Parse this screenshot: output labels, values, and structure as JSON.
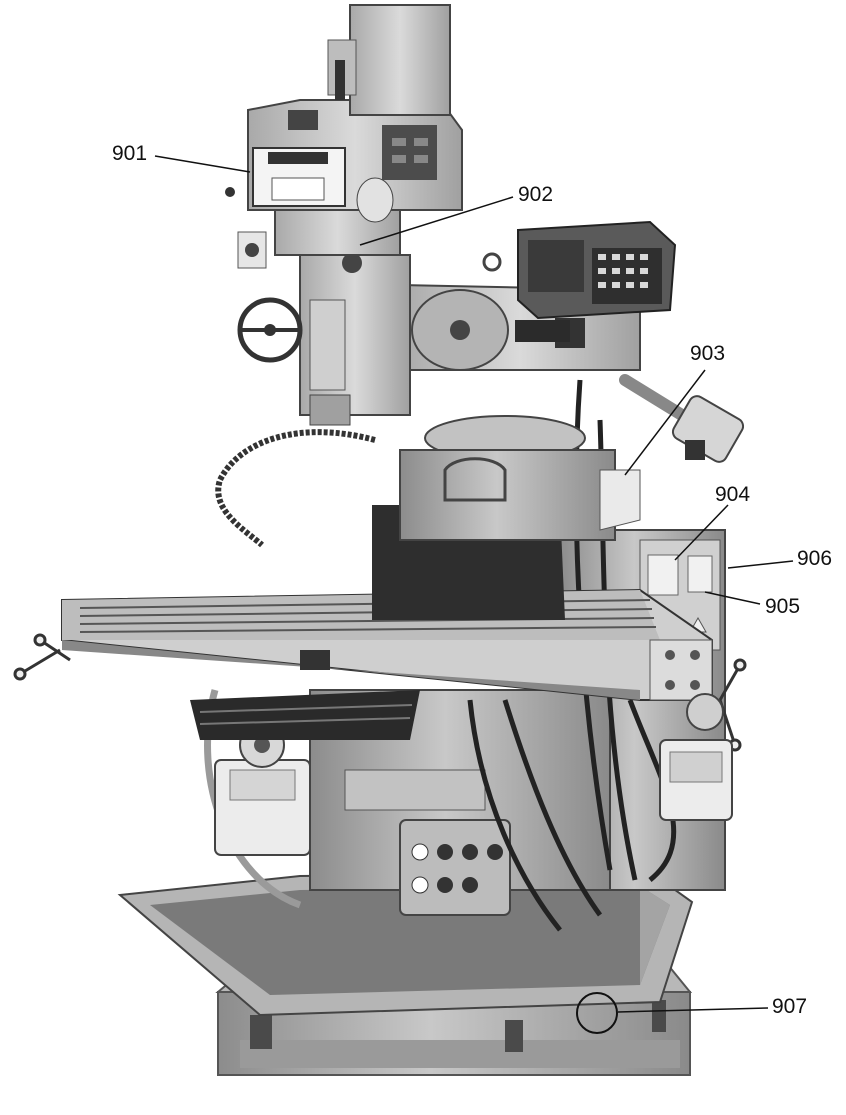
{
  "callouts": {
    "c901": "901",
    "c902": "902",
    "c903": "903",
    "c904": "904",
    "c905": "905",
    "c906": "906",
    "c907": "907"
  },
  "colors": {
    "machine_light": "#c9c9c9",
    "machine_mid": "#9e9e9e",
    "machine_dark": "#3c3c3c",
    "leader_line": "#111111"
  }
}
